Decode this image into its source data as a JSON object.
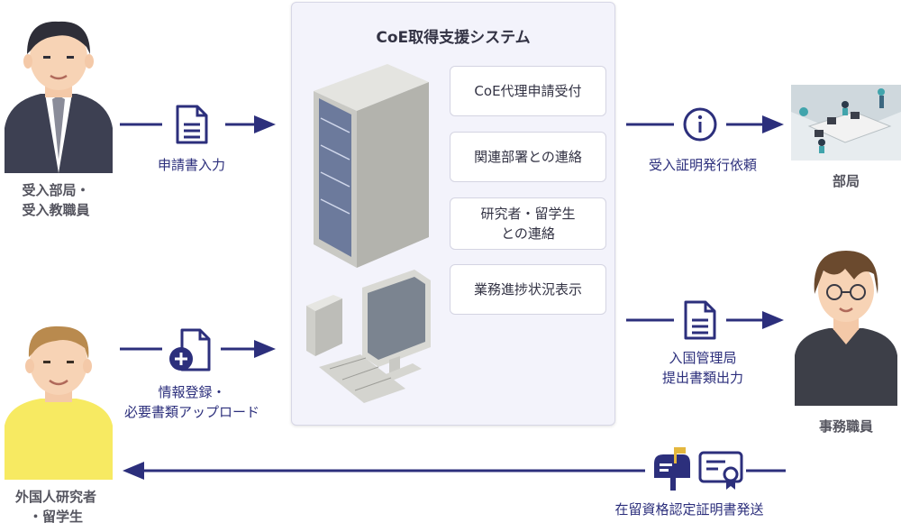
{
  "system": {
    "title": "CoE取得支援システム",
    "functions": [
      "CoE代理申請受付",
      "関連部署との連絡",
      "研究者・留学生\nとの連絡",
      "業務進捗状況表示"
    ]
  },
  "actors": {
    "host_staff": "受入部局・\n受入教職員",
    "foreign_researcher": "外国人研究者\n・留学生",
    "department": "部局",
    "office_staff": "事務職員"
  },
  "flows": {
    "application_input": "申請書入力",
    "info_registration": "情報登録・\n必要書類アップロード",
    "acceptance_certificate_request": "受入証明発行依頼",
    "immigration_documents_output": "入国管理局\n提出書類出力",
    "coe_send": "在留資格認定証明書発送"
  },
  "colors": {
    "accent": "#2c2f7c",
    "panel": "#f3f3fb"
  },
  "icons": [
    "document-icon",
    "document-plus-icon",
    "info-icon",
    "mailbox-icon",
    "certificate-icon",
    "server-icon",
    "desktop-computer-icon"
  ]
}
